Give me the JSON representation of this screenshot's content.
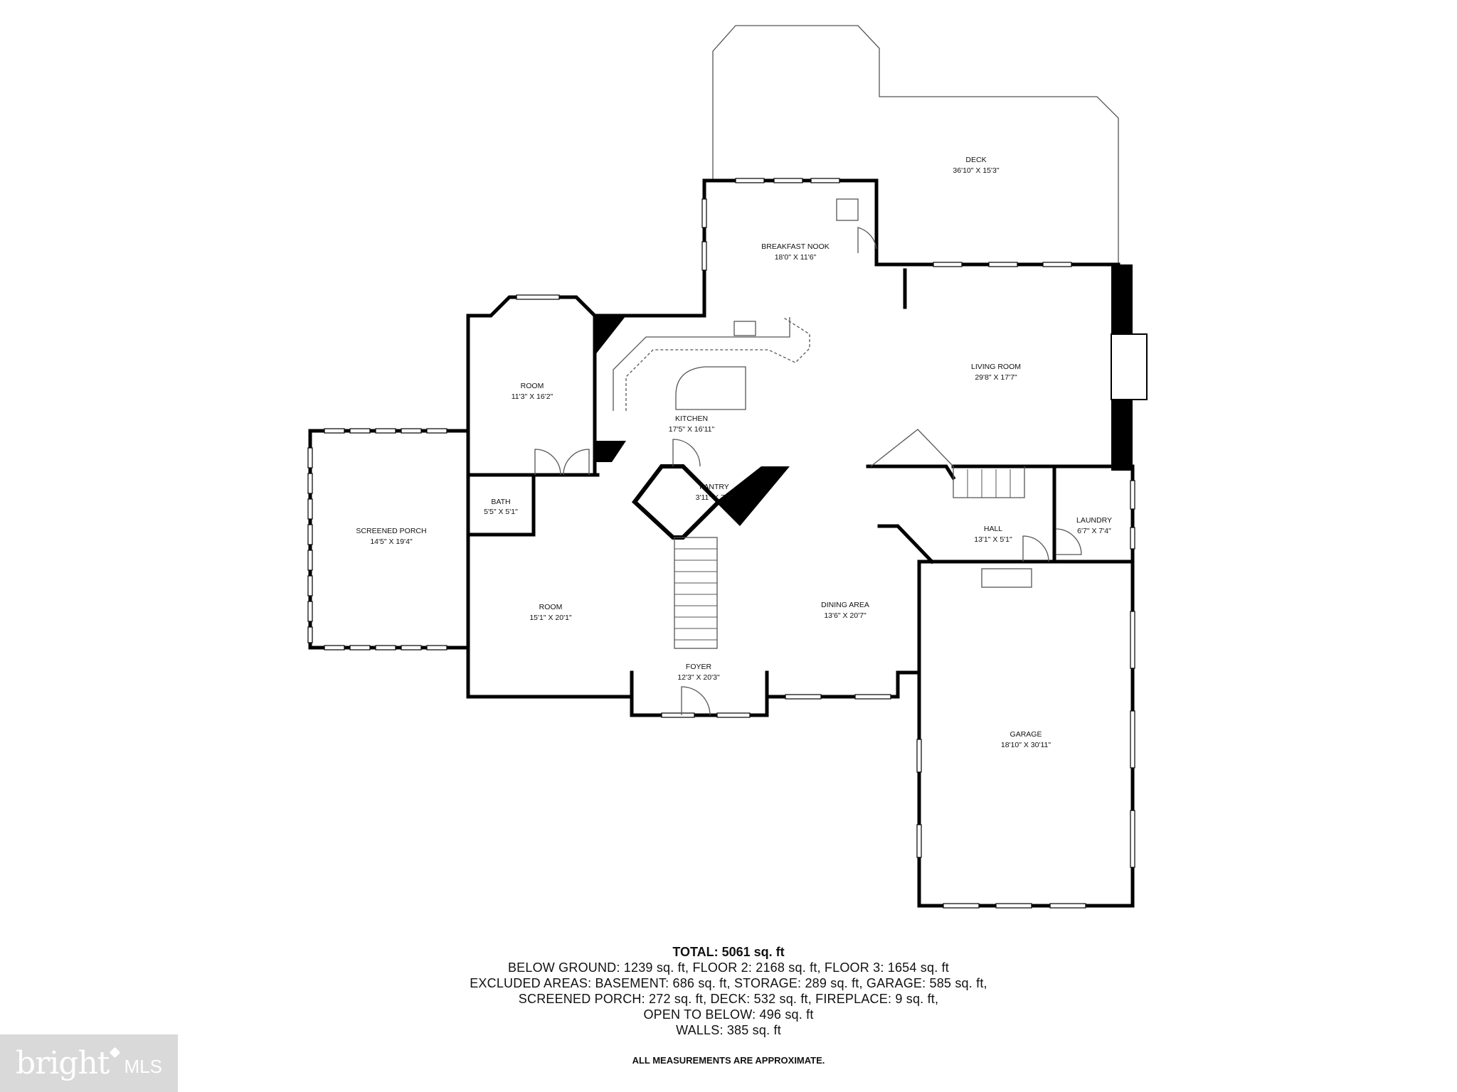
{
  "rooms": {
    "deck": {
      "name": "DECK",
      "dim": "36'10\" X 15'3\""
    },
    "breakfast_nook": {
      "name": "BREAKFAST NOOK",
      "dim": "18'0\" X 11'6\""
    },
    "living_room": {
      "name": "LIVING ROOM",
      "dim": "29'8\" X 17'7\""
    },
    "room_upper": {
      "name": "ROOM",
      "dim": "11'3\" X 16'2\""
    },
    "kitchen": {
      "name": "KITCHEN",
      "dim": "17'5\" X 16'11\""
    },
    "pantry": {
      "name": "PANTRY",
      "dim": "3'11\" X 7'2\""
    },
    "bath": {
      "name": "BATH",
      "dim": "5'5\" X 5'1\""
    },
    "screened_porch": {
      "name": "SCREENED PORCH",
      "dim": "14'5\" X 19'4\""
    },
    "hall": {
      "name": "HALL",
      "dim": "13'1\" X 5'1\""
    },
    "laundry": {
      "name": "LAUNDRY",
      "dim": "6'7\" X 7'4\""
    },
    "room_lower": {
      "name": "ROOM",
      "dim": "15'1\" X 20'1\""
    },
    "dining_area": {
      "name": "DINING AREA",
      "dim": "13'6\" X 20'7\""
    },
    "foyer": {
      "name": "FOYER",
      "dim": "12'3\" X 20'3\""
    },
    "garage": {
      "name": "GARAGE",
      "dim": "18'10\" X 30'11\""
    }
  },
  "summary": {
    "total": "TOTAL: 5061 sq. ft",
    "line1": "BELOW GROUND: 1239 sq. ft, FLOOR 2: 2168 sq. ft, FLOOR 3: 1654 sq. ft",
    "line2": "EXCLUDED AREAS: BASEMENT: 686 sq. ft, STORAGE: 289 sq. ft, GARAGE: 585 sq. ft,",
    "line3": "SCREENED PORCH: 272 sq. ft, DECK: 532 sq. ft, FIREPLACE: 9 sq. ft,",
    "line4": "OPEN TO BELOW: 496 sq. ft",
    "line5": "WALLS: 385 sq. ft"
  },
  "disclaimer": "ALL MEASUREMENTS ARE APPROXIMATE.",
  "logo": {
    "brand": "bright",
    "mls": "MLS"
  }
}
